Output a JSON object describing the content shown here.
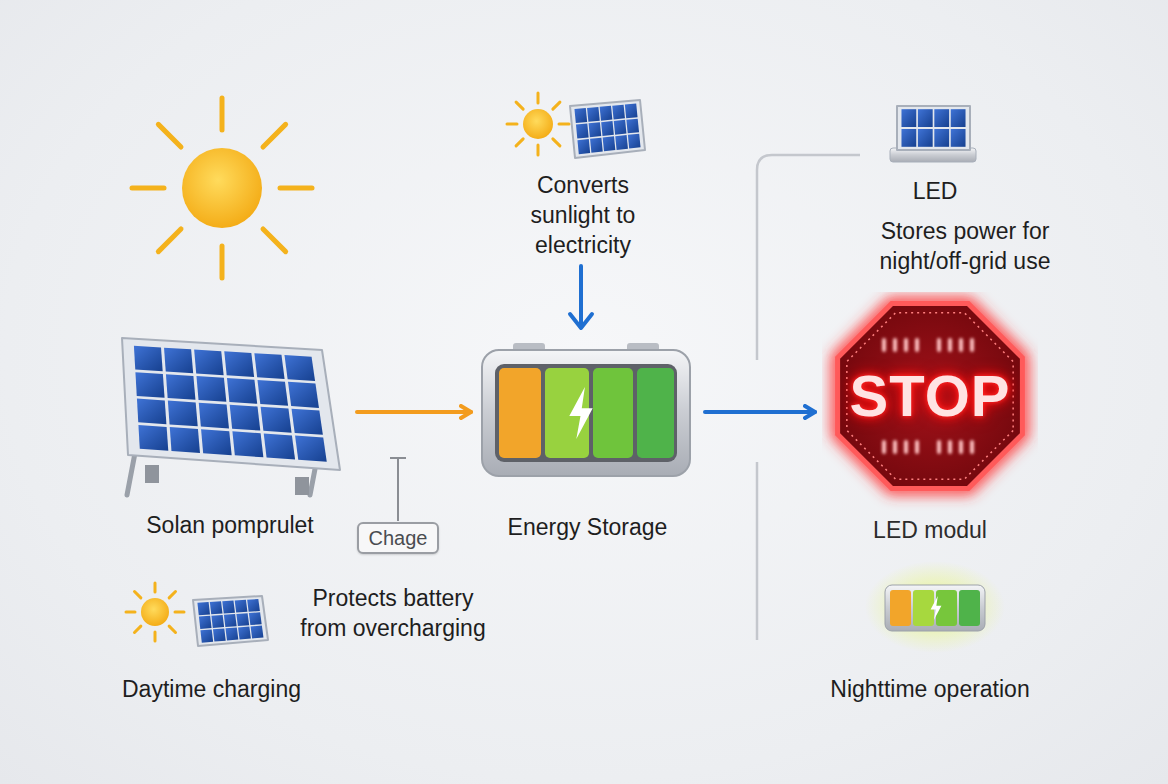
{
  "diagram": {
    "nodes": [
      {
        "text": [
          "Solan pomprulet"
        ]
      },
      {
        "text": [
          "Chage"
        ]
      },
      {
        "text": [
          "Energy Storage"
        ]
      },
      {
        "text": [
          "STOP",
          "LED modul"
        ]
      }
    ],
    "edges": [
      {
        "from": 0,
        "to": 2,
        "arrow": "to"
      },
      {
        "from": 2,
        "to": 3,
        "arrow": "to"
      }
    ],
    "labels": [
      "Converts sunlight to electricity",
      "LED",
      "Stores power for night/off-grid use",
      "Protects battery from overcharging",
      "Daytime charging",
      "Nighttime operation"
    ]
  }
}
